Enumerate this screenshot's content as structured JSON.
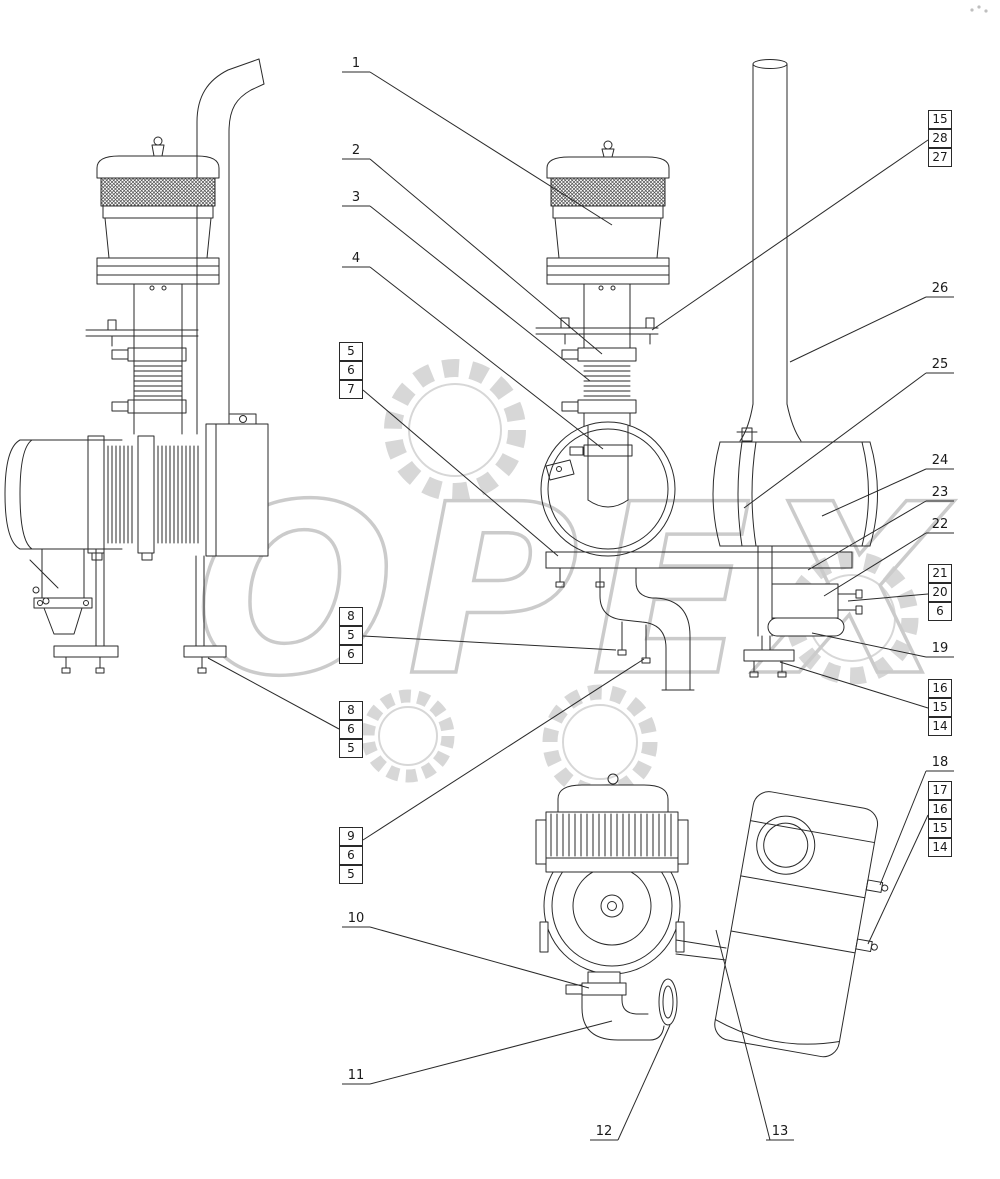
{
  "figure": {
    "watermark_text": "OPEX",
    "background": "#ffffff",
    "line_color": "#2a2a2a",
    "watermark_color": "#d2d2d2"
  },
  "callouts": [
    {
      "label": "1"
    },
    {
      "label": "2"
    },
    {
      "label": "3"
    },
    {
      "label": "4"
    },
    {
      "label": "5"
    },
    {
      "label": "6"
    },
    {
      "label": "7"
    },
    {
      "label": "8"
    },
    {
      "label": "5"
    },
    {
      "label": "6"
    },
    {
      "label": "8"
    },
    {
      "label": "6"
    },
    {
      "label": "5"
    },
    {
      "label": "9"
    },
    {
      "label": "6"
    },
    {
      "label": "5"
    },
    {
      "label": "10"
    },
    {
      "label": "11"
    },
    {
      "label": "12"
    },
    {
      "label": "13"
    },
    {
      "label": "15"
    },
    {
      "label": "28"
    },
    {
      "label": "27"
    },
    {
      "label": "26"
    },
    {
      "label": "25"
    },
    {
      "label": "24"
    },
    {
      "label": "23"
    },
    {
      "label": "22"
    },
    {
      "label": "21"
    },
    {
      "label": "20"
    },
    {
      "label": "6"
    },
    {
      "label": "19"
    },
    {
      "label": "16"
    },
    {
      "label": "15"
    },
    {
      "label": "14"
    },
    {
      "label": "18"
    },
    {
      "label": "17"
    },
    {
      "label": "16"
    },
    {
      "label": "15"
    },
    {
      "label": "14"
    }
  ]
}
